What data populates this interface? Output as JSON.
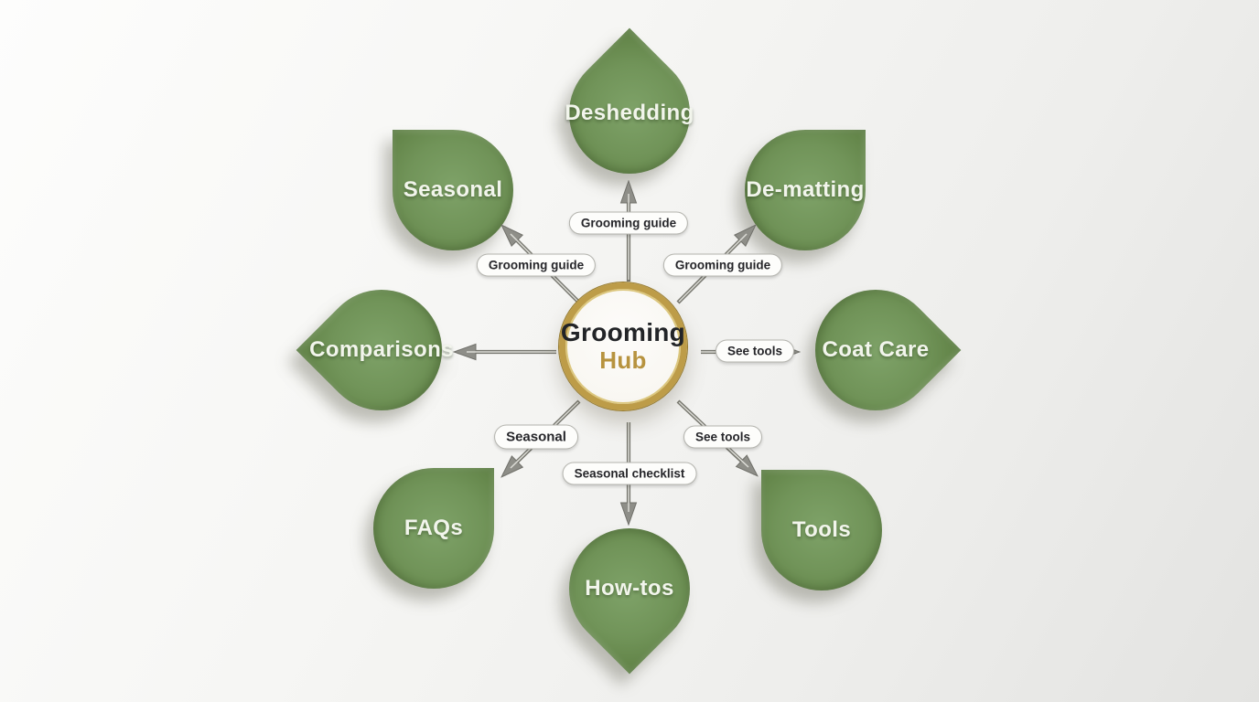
{
  "diagram": {
    "title": "Grooming Hub",
    "hub": {
      "line1": "Grooming",
      "line2": "Hub"
    },
    "nodes": [
      {
        "id": "deshedding",
        "label": "Deshedding",
        "position": "top"
      },
      {
        "id": "de-matting",
        "label": "De-matting",
        "position": "top-right"
      },
      {
        "id": "coat-care",
        "label": "Coat Care",
        "position": "right"
      },
      {
        "id": "tools",
        "label": "Tools",
        "position": "bottom-right"
      },
      {
        "id": "how-tos",
        "label": "How-tos",
        "position": "bottom"
      },
      {
        "id": "faqs",
        "label": "FAQs",
        "position": "bottom-left"
      },
      {
        "id": "comparisons",
        "label": "Comparisons",
        "position": "left"
      },
      {
        "id": "seasonal",
        "label": "Seasonal",
        "position": "top-left"
      }
    ],
    "edges": [
      {
        "from": "hub",
        "to": "deshedding",
        "direction": "up",
        "label": "Grooming guide"
      },
      {
        "from": "hub",
        "to": "seasonal",
        "direction": "up-left",
        "label": "Grooming guide"
      },
      {
        "from": "hub",
        "to": "de-matting",
        "direction": "up-right",
        "label": "Grooming guide"
      },
      {
        "from": "hub",
        "to": "coat-care",
        "direction": "right",
        "label": "See tools"
      },
      {
        "from": "hub",
        "to": "comparisons",
        "direction": "left",
        "label": ""
      },
      {
        "from": "hub",
        "to": "faqs",
        "direction": "down-left",
        "label": "Seasonal"
      },
      {
        "from": "hub",
        "to": "how-tos",
        "direction": "down",
        "label": "Seasonal checklist"
      },
      {
        "from": "hub",
        "to": "tools",
        "direction": "down-right",
        "label": "See tools"
      }
    ],
    "colors": {
      "leaf_green": "#719459",
      "leaf_text": "#f2f5ec",
      "hub_ring_gold": "#bd9c48",
      "hub_background": "#faf8f4",
      "hub_text_dark": "#222427",
      "hub_text_gold": "#b7933f",
      "arrow_gray": "#8e8e88",
      "label_pill_background": "#fdfdfb",
      "label_pill_text": "#26262a",
      "page_background": "#f3f3f1"
    }
  }
}
